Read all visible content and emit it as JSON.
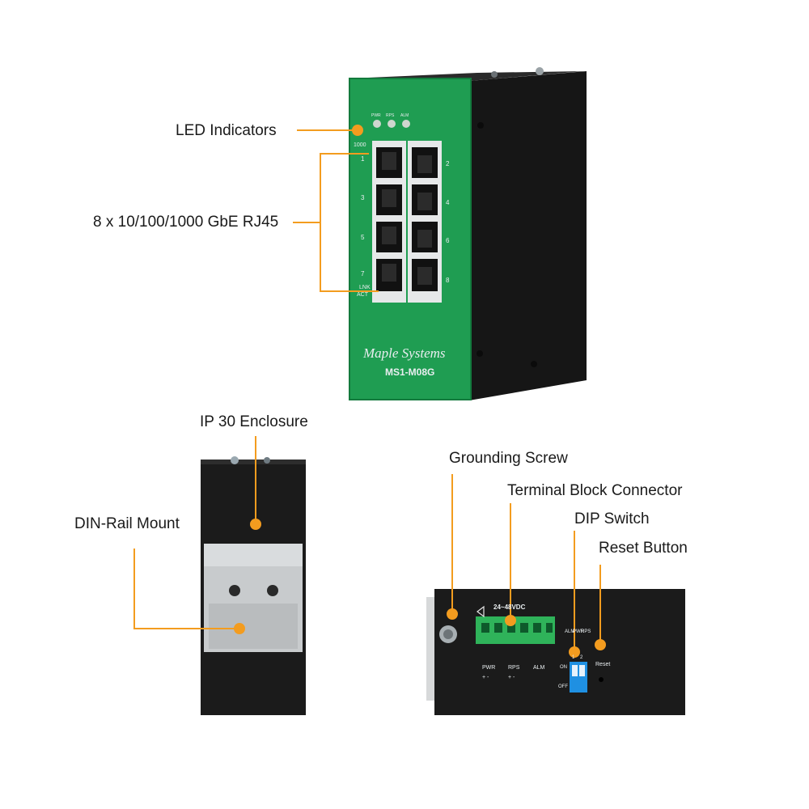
{
  "callouts": {
    "led_indicators": "LED Indicators",
    "rj45_ports": "8 x 10/100/1000 GbE RJ45",
    "ip30_enclosure": "IP 30 Enclosure",
    "din_rail": "DIN-Rail Mount",
    "grounding_screw": "Grounding Screw",
    "terminal_block": "Terminal Block Connector",
    "dip_switch": "DIP Switch",
    "reset_button": "Reset Button"
  },
  "device": {
    "brand": "Maple Systems",
    "model": "MS1-M08G",
    "led_labels": [
      "PWR",
      "RPS",
      "ALM"
    ],
    "speed_label": "1000",
    "link_label": "LNK",
    "act_label": "ACT",
    "left_port_numbers": [
      "1",
      "3",
      "5",
      "7"
    ],
    "right_port_numbers": [
      "2",
      "4",
      "6",
      "8"
    ]
  },
  "bottom_panel": {
    "voltage": "24~48VDC",
    "terminal_labels": [
      "PWR",
      "RPS",
      "ALM"
    ],
    "polarity_pwr": "+ -",
    "polarity_rps": "+ -",
    "dip_labels": [
      "ALM",
      "PWR",
      "RPS"
    ],
    "dip_numbers": [
      "1",
      "2"
    ],
    "dip_on": "ON",
    "dip_off": "OFF",
    "reset_label": "Reset"
  },
  "colors": {
    "accent": "#f39c1f",
    "face_green": "#1e9b52",
    "enclosure": "#1c1c1c",
    "din_rail": "#c9ccce",
    "dip_blue": "#1e8fe0"
  }
}
